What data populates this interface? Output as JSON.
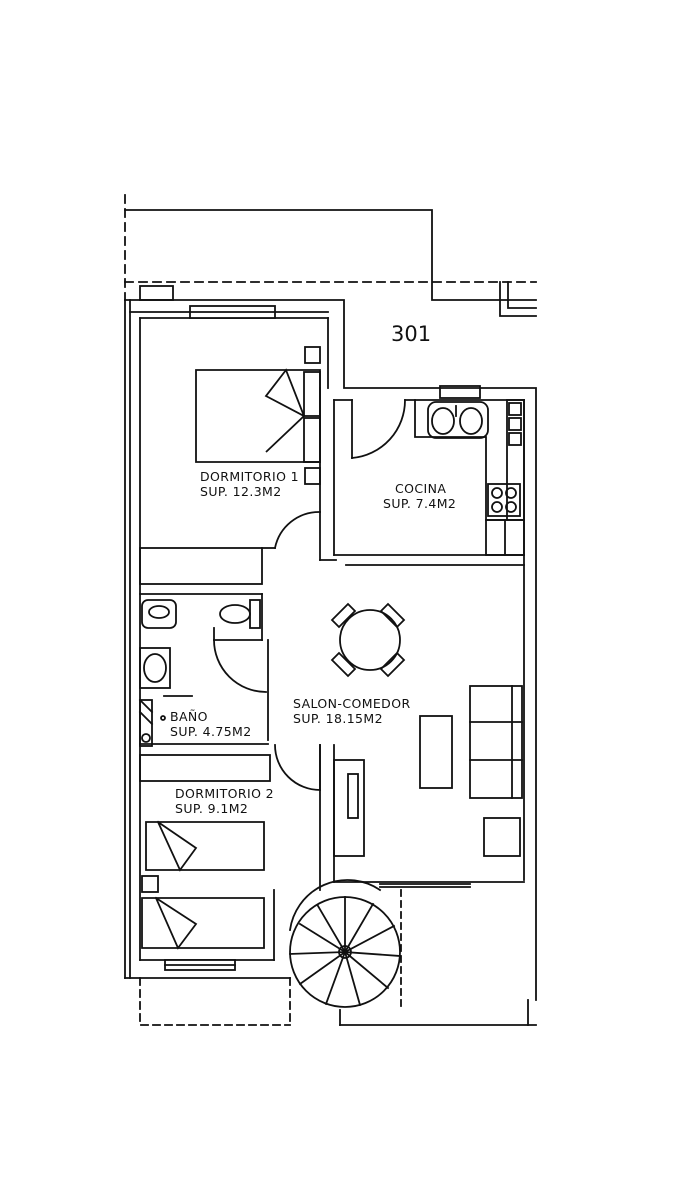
{
  "unit_label": "301",
  "rooms": {
    "dormitorio1": {
      "name": "DORMITORIO 1",
      "area": "SUP. 12.3M2"
    },
    "cocina": {
      "name": "COCINA",
      "area": "SUP. 7.4M2"
    },
    "bano": {
      "name": "BAÑO",
      "area": "SUP. 4.75M2"
    },
    "salon": {
      "name": "SALON-COMEDOR",
      "area": "SUP. 18.15M2"
    },
    "dormitorio2": {
      "name": "DORMITORIO 2",
      "area": "SUP. 9.1M2"
    }
  }
}
